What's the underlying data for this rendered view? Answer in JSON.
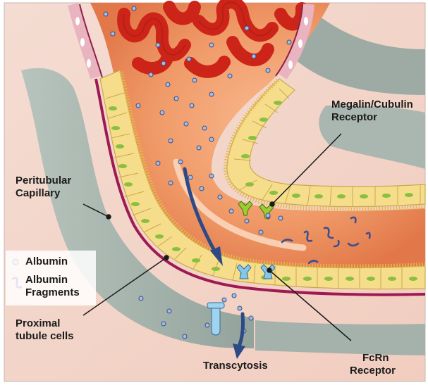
{
  "labels": {
    "megalin": [
      "Megalin/Cubulin",
      "Receptor"
    ],
    "peritubular": [
      "Peritubular",
      "Capillary"
    ],
    "proximal": [
      "Proximal",
      "tubule cells"
    ],
    "transcytosis": "Transcytosis",
    "fcrn": [
      "FcRn",
      "Receptor"
    ]
  },
  "legend": {
    "albumin": "Albumin",
    "fragments": [
      "Albumin",
      "Fragments"
    ]
  },
  "colors": {
    "background": "#f3d9d0",
    "lumen": "#f0a070",
    "glomerulus": "#d4291d",
    "tubule_cells": "#f6dd8c",
    "nucleus": "#8bbf3f",
    "capillary": "#a6b5ae",
    "basement_membrane": "#9e1a52",
    "albumin": "#a7bce0",
    "megalin_receptor": "#9acd32",
    "fcrn_receptor": "#87c6ea",
    "arrow": "#2c4a86"
  }
}
